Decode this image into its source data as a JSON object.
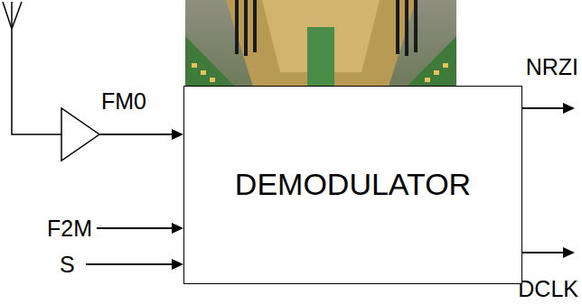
{
  "diagram": {
    "nodes": [
      {
        "text": [
          "DEMODULATOR"
        ]
      }
    ],
    "edges": [],
    "labels": [
      "FM0",
      "NRZI",
      "F2M",
      "S",
      "DCLK"
    ]
  }
}
